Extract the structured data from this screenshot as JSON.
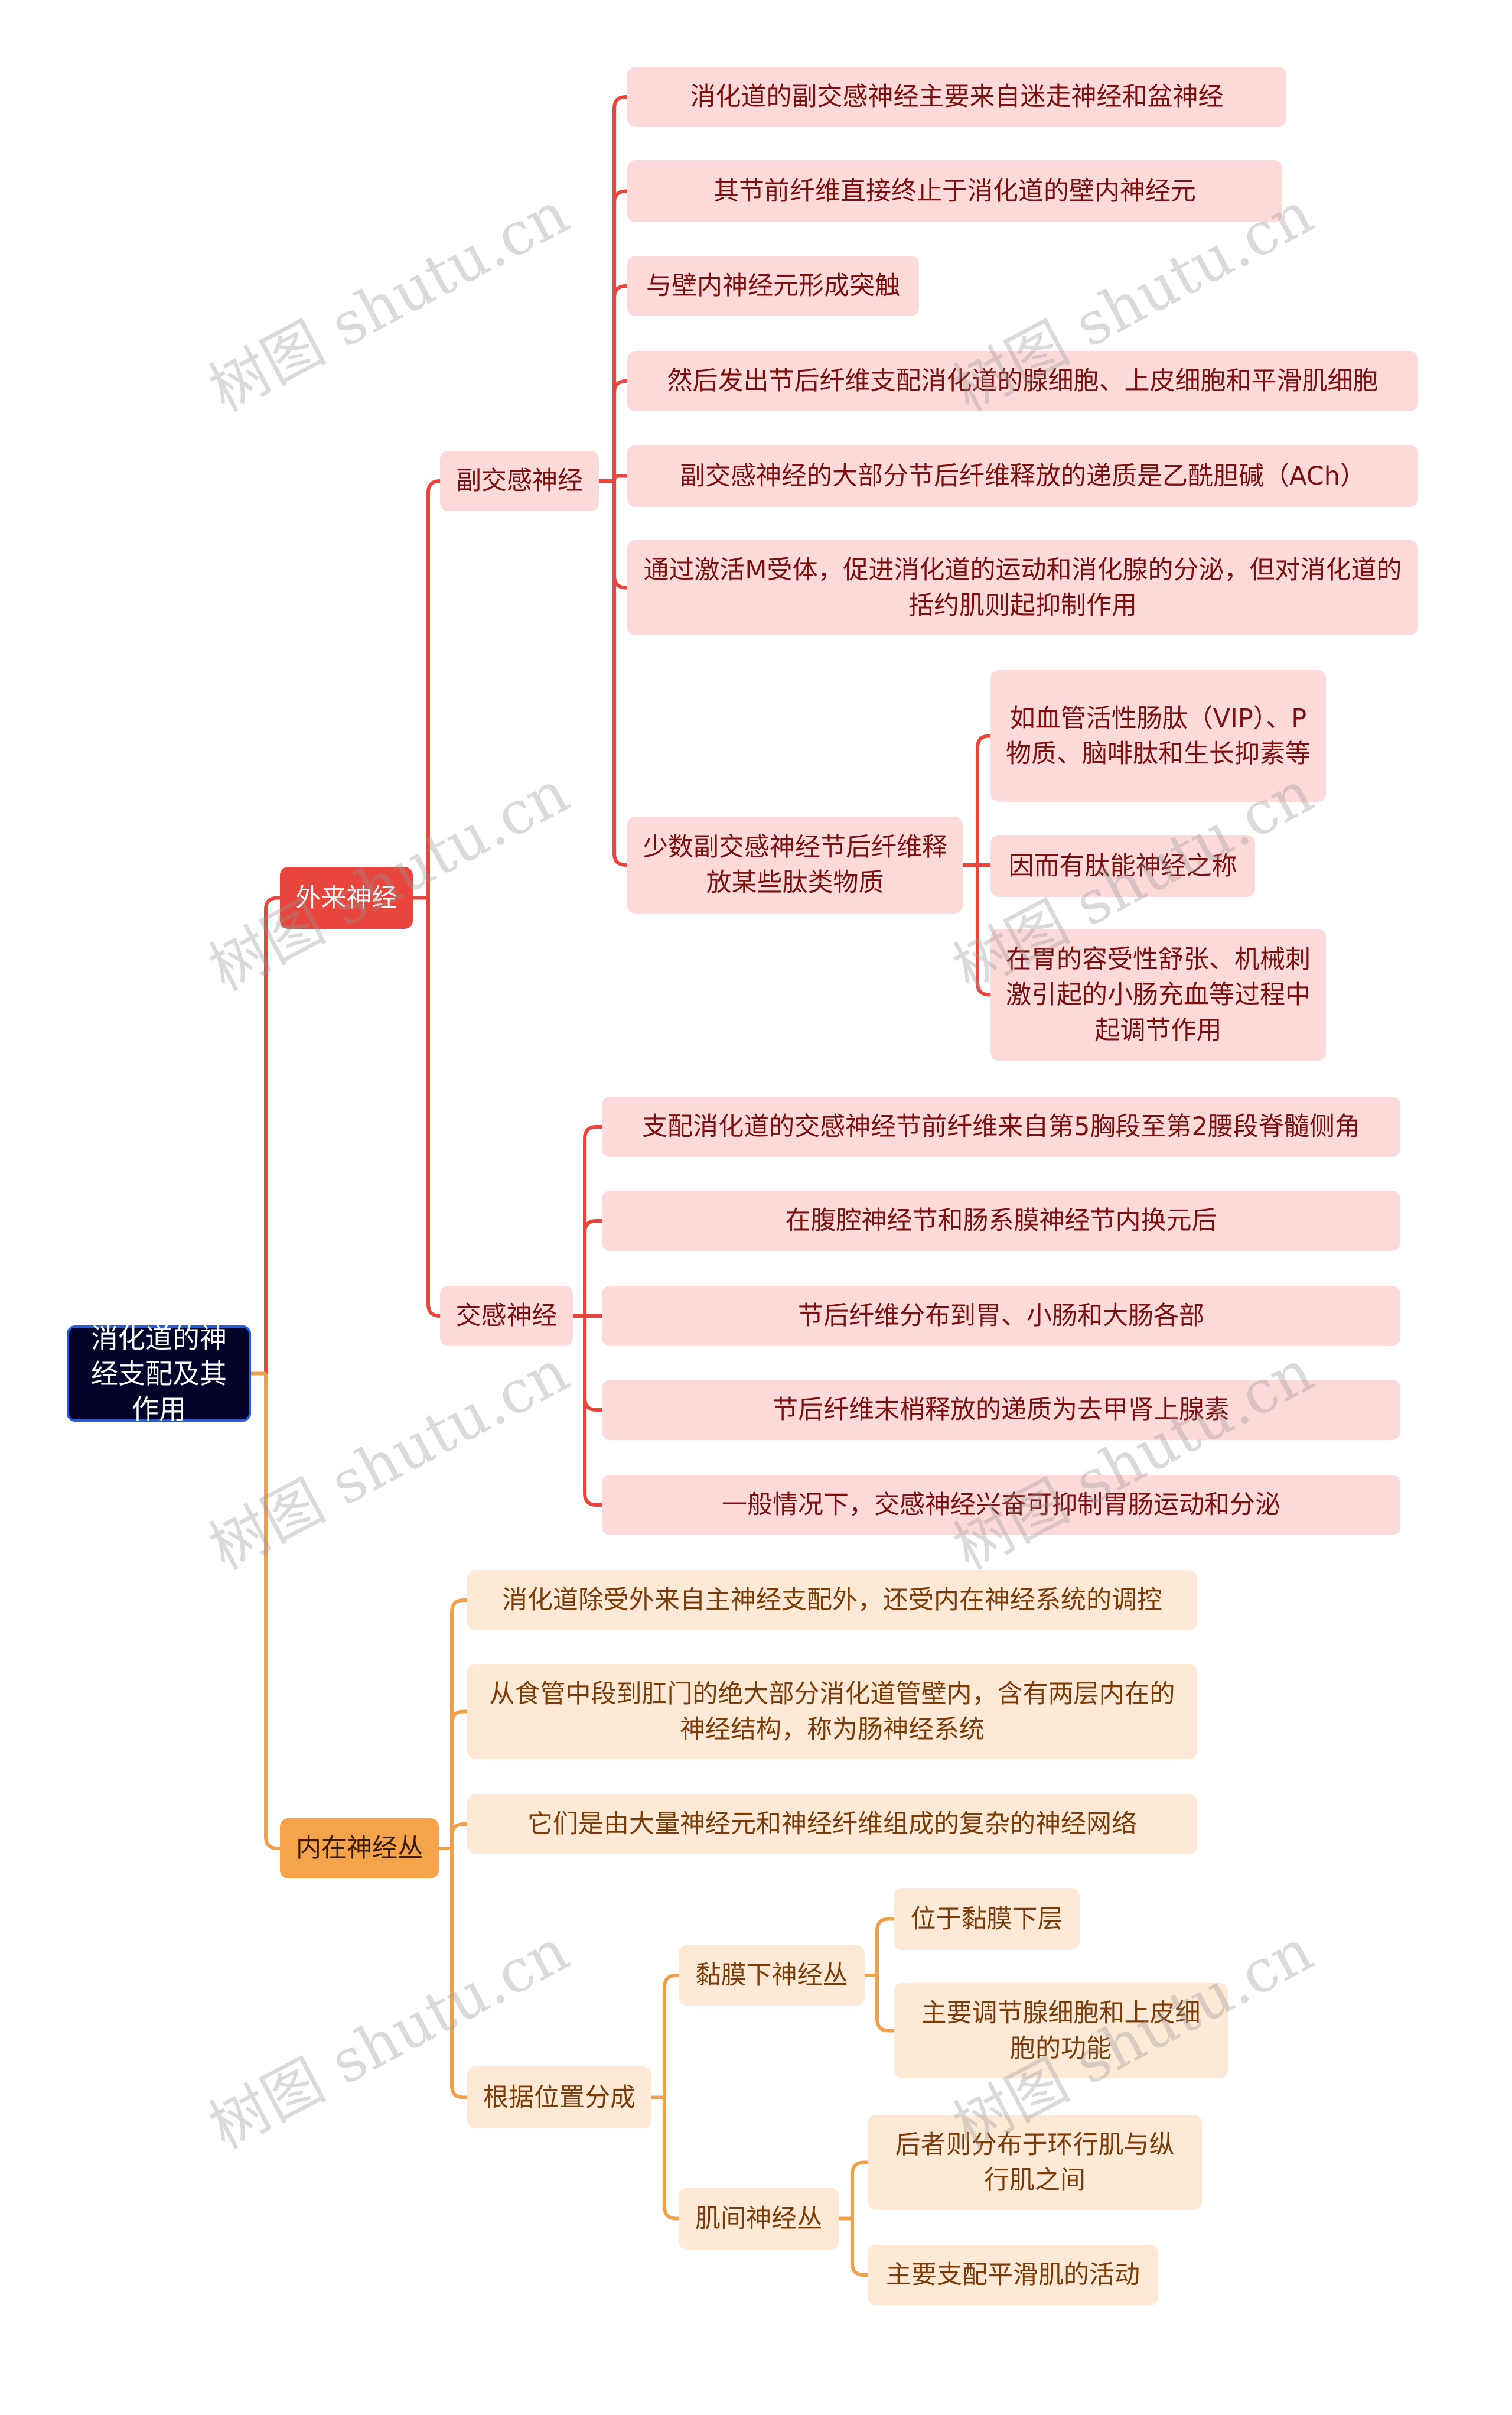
{
  "root": "消化道的神经支配及其作用",
  "extrinsic": {
    "label": "外来神经",
    "parasympathetic": {
      "label": "副交感神经",
      "items": [
        "消化道的副交感神经主要来自迷走神经和盆神经",
        "其节前纤维直接终止于消化道的壁内神经元",
        "与壁内神经元形成突触",
        "然后发出节后纤维支配消化道的腺细胞、上皮细胞和平滑肌细胞",
        "副交感神经的大部分节后纤维释放的递质是乙酰胆碱（ACh）",
        "通过激活M受体，促进消化道的运动和消化腺的分泌，但对消化道的括约肌则起抑制作用",
        "少数副交感神经节后纤维释放某些肽类物质"
      ],
      "peptide_items": [
        "如血管活性肠肽（VIP）、P物质、脑啡肽和生长抑素等",
        "因而有肽能神经之称",
        "在胃的容受性舒张、机械刺激引起的小肠充血等过程中起调节作用"
      ]
    },
    "sympathetic": {
      "label": "交感神经",
      "items": [
        "支配消化道的交感神经节前纤维来自第5胸段至第2腰段脊髓侧角",
        "在腹腔神经节和肠系膜神经节内换元后",
        "节后纤维分布到胃、小肠和大肠各部",
        "节后纤维末梢释放的递质为去甲肾上腺素",
        "一般情况下，交感神经兴奋可抑制胃肠运动和分泌"
      ]
    }
  },
  "intrinsic": {
    "label": "内在神经丛",
    "items": [
      "消化道除受外来自主神经支配外，还受内在神经系统的调控",
      "从食管中段到肛门的绝大部分消化道管壁内，含有两层内在的神经结构，称为肠神经系统",
      "它们是由大量神经元和神经纤维组成的复杂的神经网络",
      "根据位置分成"
    ],
    "submucosal": {
      "label": "黏膜下神经丛",
      "items": [
        "位于黏膜下层",
        "主要调节腺细胞和上皮细胞的功能"
      ]
    },
    "myenteric": {
      "label": "肌间神经丛",
      "items": [
        "后者则分布于环行肌与纵行肌之间",
        "主要支配平滑肌的活动"
      ]
    }
  },
  "watermark": "树图 shutu.cn",
  "colors": {
    "red": "#e8453c",
    "orange": "#f0a04b",
    "root": "#03032a",
    "pink": "#fddada",
    "peach": "#fde9d6"
  }
}
